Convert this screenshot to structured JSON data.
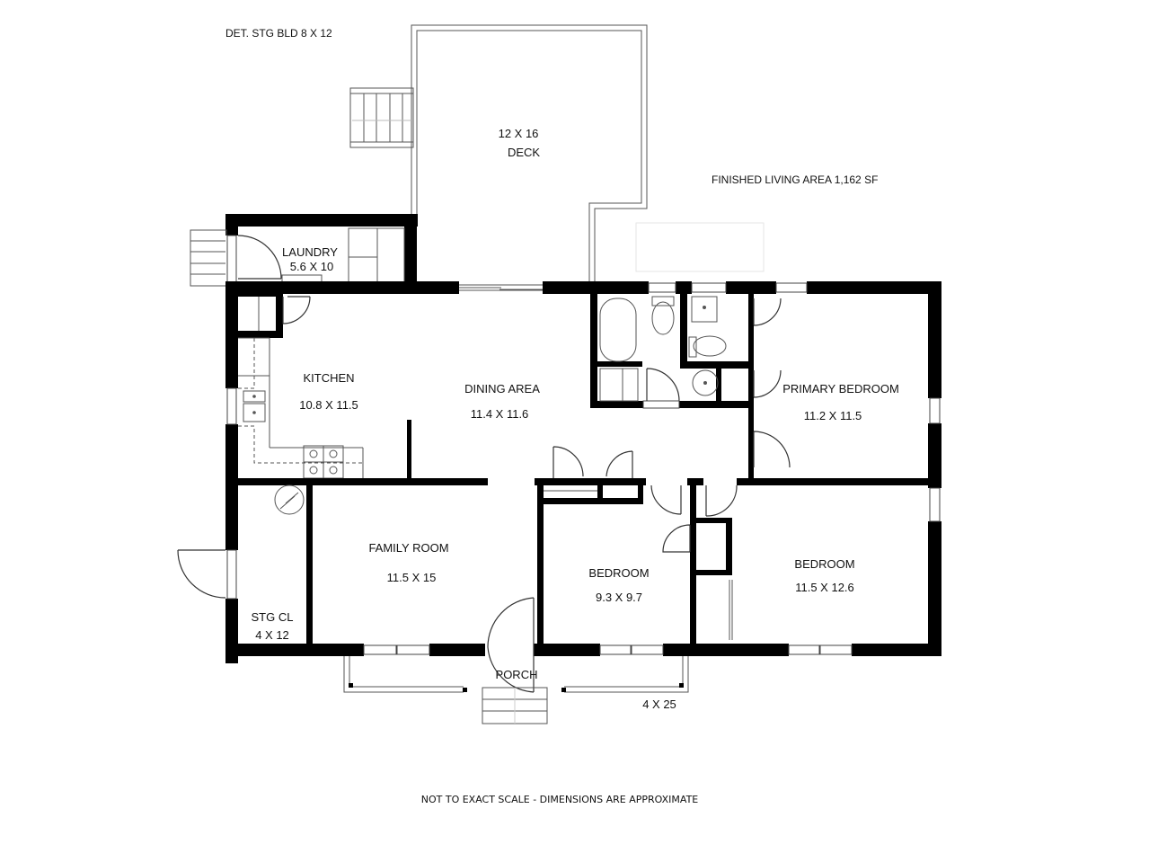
{
  "header": {
    "detached_storage": "DET. STG BLD 8 X 12",
    "finished_area": "FINISHED LIVING AREA 1,162 SF"
  },
  "rooms": {
    "deck": {
      "name": "DECK",
      "size": "12 X 16"
    },
    "laundry": {
      "name": "LAUNDRY",
      "size": "5.6 X 10"
    },
    "kitchen": {
      "name": "KITCHEN",
      "size": "10.8 X 11.5"
    },
    "dining": {
      "name": "DINING AREA",
      "size": "11.4 X 11.6"
    },
    "primary_bedroom": {
      "name": "PRIMARY BEDROOM",
      "size": "11.2 X 11.5"
    },
    "family_room": {
      "name": "FAMILY ROOM",
      "size": "11.5 X 15"
    },
    "storage_closet": {
      "name": "STG CL",
      "size": "4 X 12"
    },
    "bedroom_2": {
      "name": "BEDROOM",
      "size": "9.3 X 9.7"
    },
    "bedroom_3": {
      "name": "BEDROOM",
      "size": "11.5 X 12.6"
    },
    "porch": {
      "name": "PORCH",
      "size": "4 X 25"
    }
  },
  "footer": {
    "disclaimer": "NOT TO EXACT SCALE - DIMENSIONS ARE APPROXIMATE"
  },
  "colors": {
    "wall": "#000000",
    "background": "#ffffff",
    "fixture_line": "#555555"
  }
}
